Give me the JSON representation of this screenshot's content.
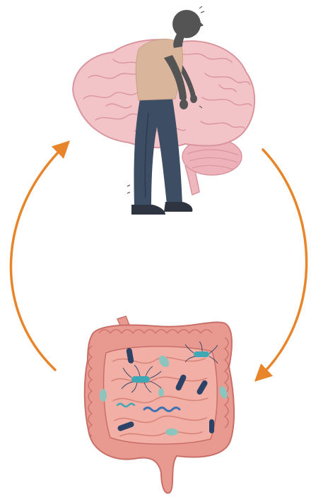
{
  "diagram": {
    "nodes": [
      {
        "id": "brain-person",
        "icon": "brain-with-elderly-person-icon"
      },
      {
        "id": "gut",
        "icon": "intestines-with-bacteria-icon"
      }
    ],
    "arrows": [
      {
        "from": "brain-person",
        "to": "gut",
        "side": "right",
        "direction": "clockwise"
      },
      {
        "from": "gut",
        "to": "brain-person",
        "side": "left",
        "direction": "upward"
      }
    ],
    "colors": {
      "arrow": "#E8852A",
      "brain": "#F2C4C8",
      "brain_folds": "#D9959E",
      "skin": "#545454",
      "shirt": "#D9B59C",
      "pants": "#3D4D63",
      "shoes": "#2F3540",
      "intestine": "#E89A90",
      "intestine_dark": "#C96F68",
      "bacteria_navy": "#2C4266",
      "bacteria_teal": "#3FA8B5",
      "bacteria_green": "#8CC5BE"
    }
  }
}
